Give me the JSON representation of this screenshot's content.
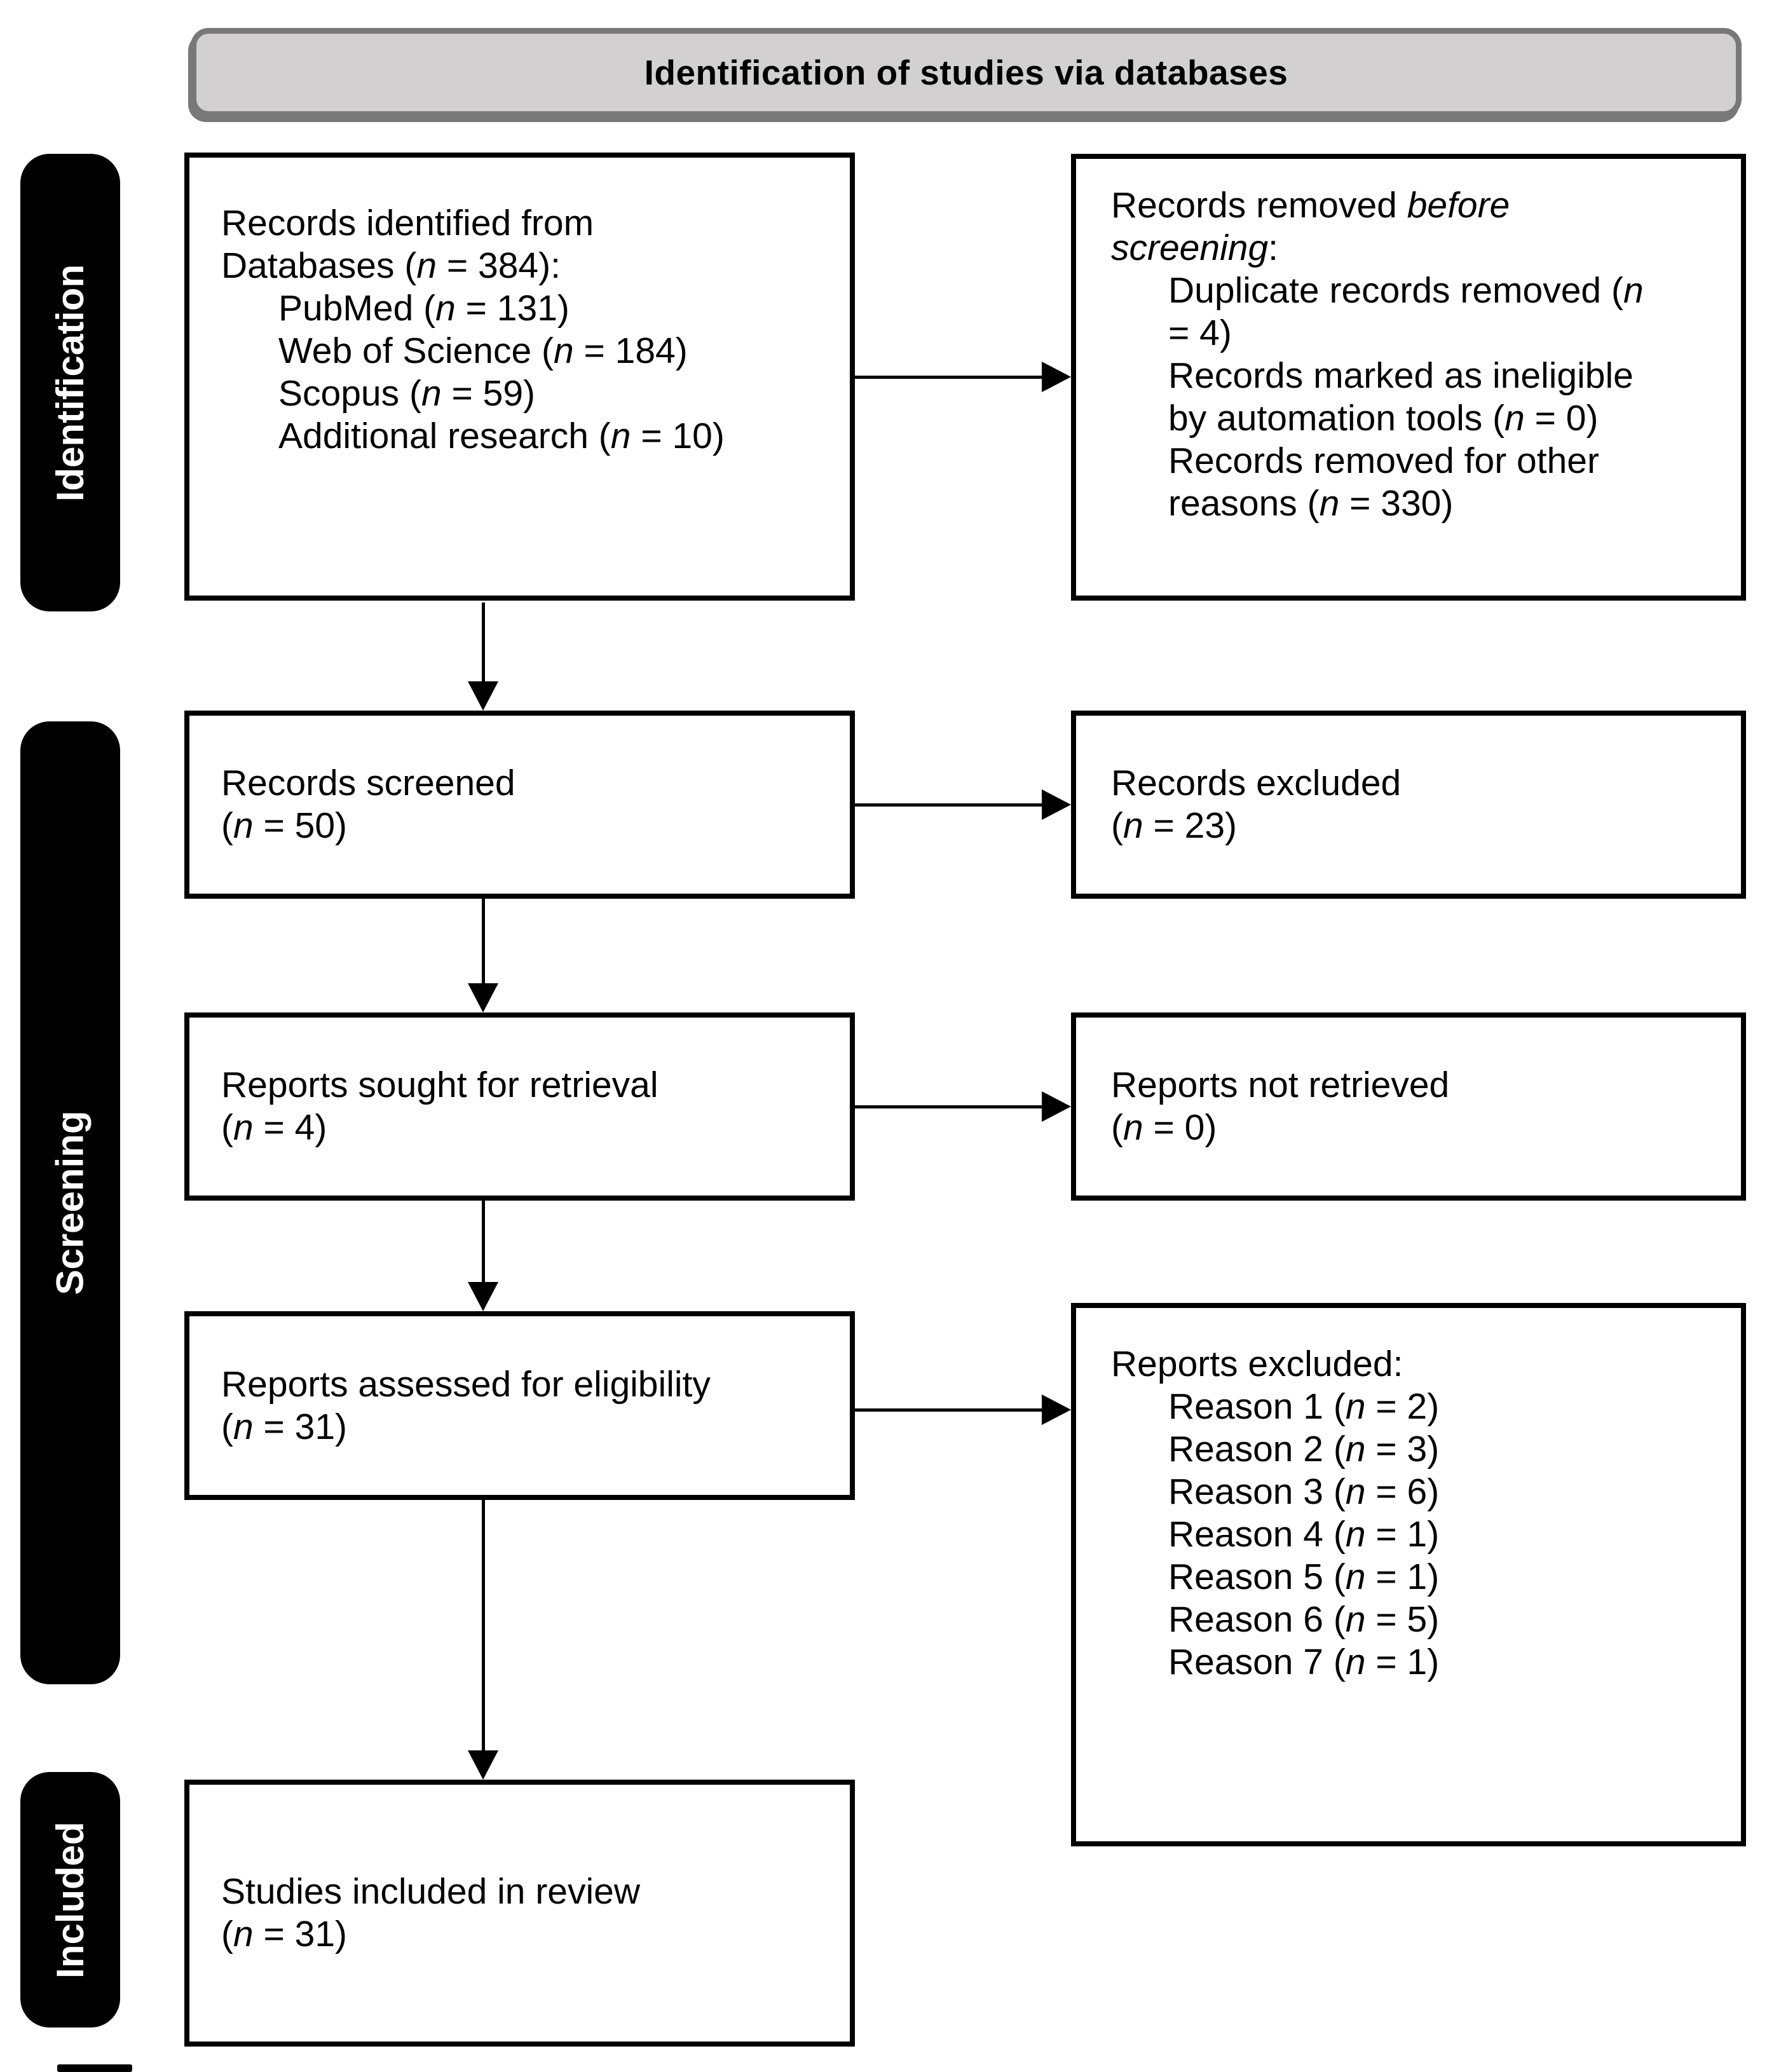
{
  "banner": {
    "title": "Identification of studies via databases"
  },
  "stages": {
    "identification": "Identification",
    "screening": "Screening",
    "included": "Included"
  },
  "boxes": {
    "records_identified": {
      "lines": [
        "Records identified from",
        "Databases (*n* = 384):",
        "PubMed (*n* = 131)",
        "Web of Science (*n* = 184)",
        "Scopus (*n* = 59)",
        "Additional research (*n* = 10)"
      ]
    },
    "records_removed": {
      "lines": [
        "Records removed *before*",
        "*screening*:",
        "Duplicate records removed (*n*",
        "= 4)",
        "Records marked as ineligible",
        "by automation tools (*n* = 0)",
        "Records removed for other",
        "reasons (*n* = 330)"
      ]
    },
    "records_screened": {
      "lines": [
        "Records screened",
        "(*n* = 50)"
      ]
    },
    "records_excluded": {
      "lines": [
        "Records excluded",
        "(*n* = 23)"
      ]
    },
    "reports_sought": {
      "lines": [
        "Reports sought for retrieval",
        "(*n* = 4)"
      ]
    },
    "reports_not_retrieved": {
      "lines": [
        "Reports not retrieved",
        "(*n* = 0)"
      ]
    },
    "reports_assessed": {
      "lines": [
        "Reports assessed for eligibility",
        "(*n* = 31)"
      ]
    },
    "reports_excluded": {
      "lines": [
        "Reports excluded:",
        "Reason 1 (*n* = 2)",
        "Reason 2 (*n* = 3)",
        "Reason 3 (*n* = 6)",
        "Reason 4 (*n* = 1)",
        "Reason 5 (*n* = 1)",
        "Reason 6 (*n* = 5)",
        "Reason 7 (*n* = 1)"
      ]
    },
    "studies_included": {
      "lines": [
        "Studies included in review",
        "(*n* = 31)"
      ]
    }
  },
  "colors": {
    "page_bg": "#ffffff",
    "banner_bg": "#d3d0d1",
    "banner_border": "#787878",
    "stage_bg": "#000000",
    "stage_text": "#ffffff",
    "box_border": "#000000",
    "arrow": "#000000"
  }
}
